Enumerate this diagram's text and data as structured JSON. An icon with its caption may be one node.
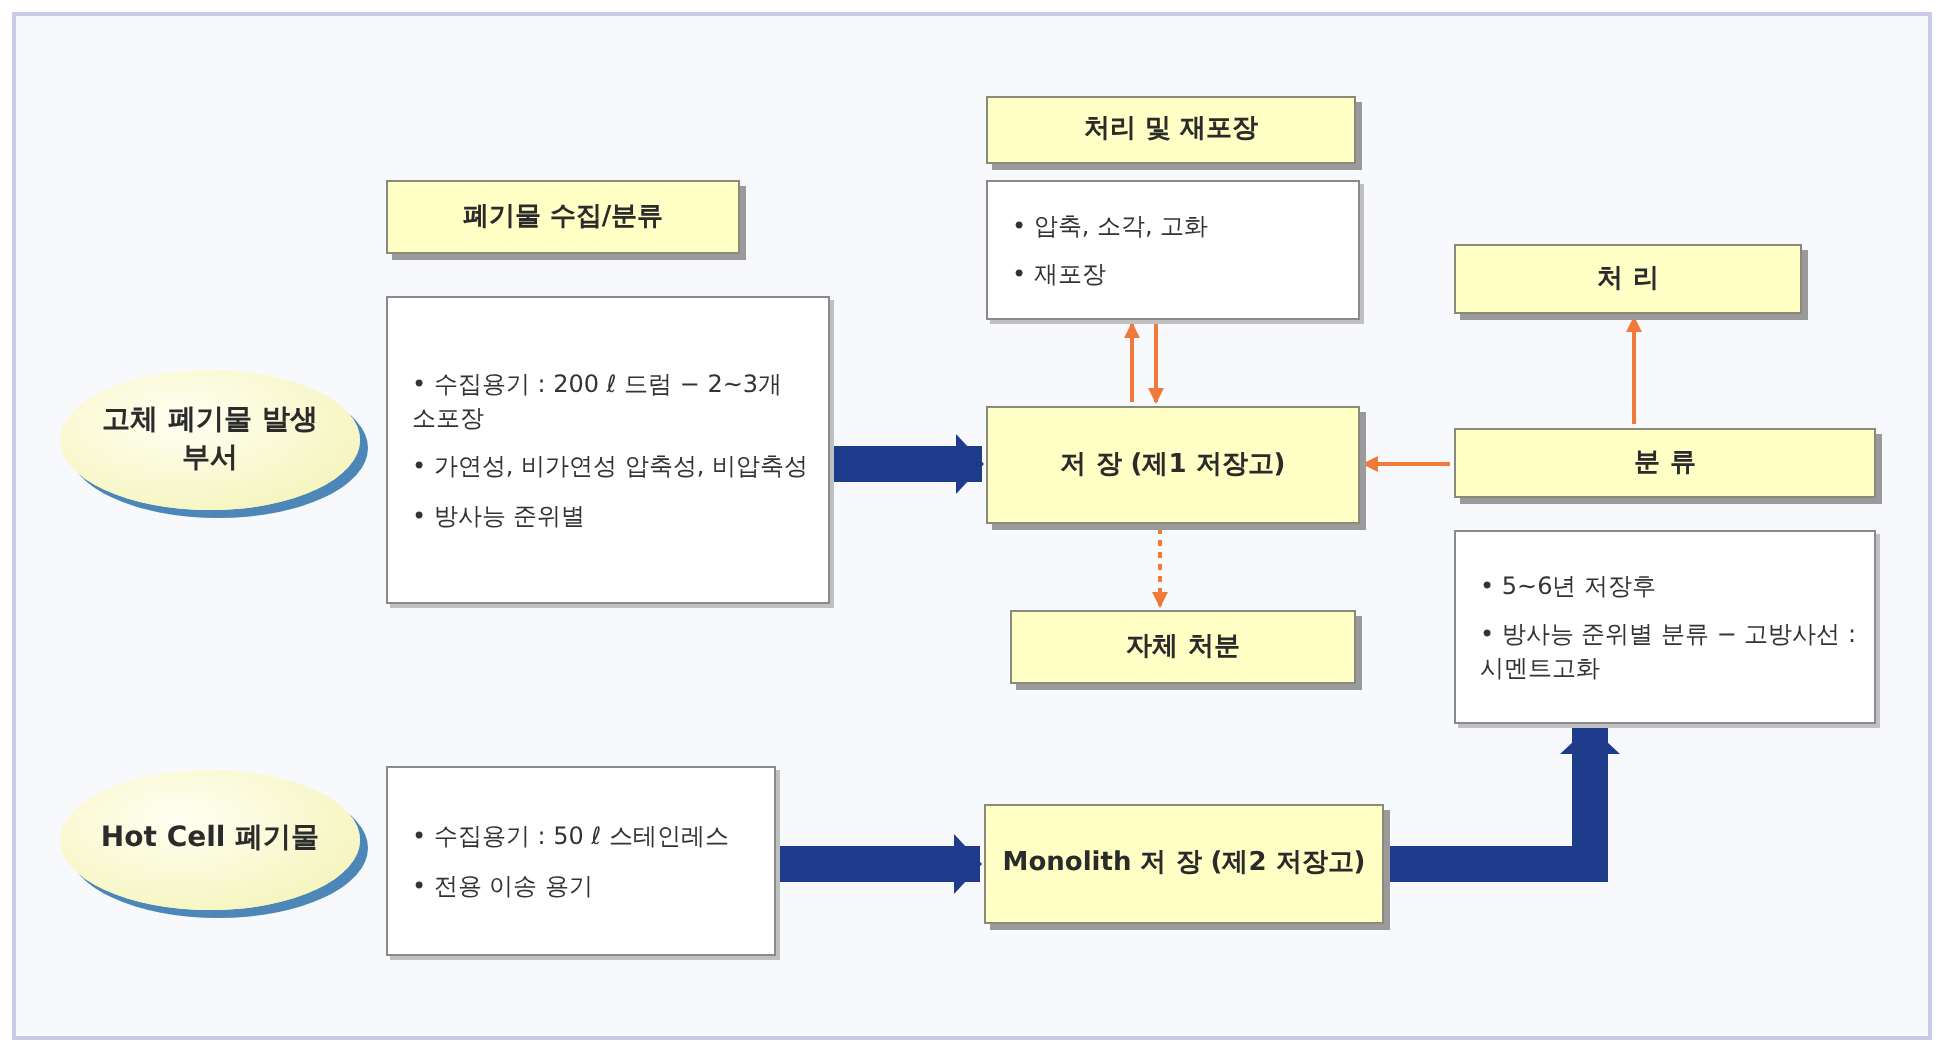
{
  "diagram": {
    "nodes": [
      {
        "text": [
          "고체 폐기물 발생부서"
        ]
      },
      {
        "text": [
          "폐기물 수집/분류"
        ]
      },
      {
        "text": [
          "• 수집용기 : 200 ℓ 드럼 − 2~3개 소포장",
          "• 가연성, 비가연성 압축성, 비압축성",
          "• 방사능 준위별"
        ]
      },
      {
        "text": [
          "처리 및 재포장"
        ]
      },
      {
        "text": [
          "• 압축, 소각, 고화",
          "• 재포장"
        ]
      },
      {
        "text": [
          "저 장 (제1 저장고)"
        ]
      },
      {
        "text": [
          "자체 처분"
        ]
      },
      {
        "text": [
          "처 리"
        ]
      },
      {
        "text": [
          "분 류"
        ]
      },
      {
        "text": [
          "• 5~6년 저장후",
          "• 방사능 준위별 분류 − 고방사선 : 시멘트고화"
        ]
      },
      {
        "text": [
          "Hot Cell 폐기물"
        ]
      },
      {
        "text": [
          "• 수집용기 : 50 ℓ 스테인레스",
          "• 전용 이송 용기"
        ]
      },
      {
        "text": [
          "Monolith 저 장 (제2 저장고)"
        ]
      }
    ],
    "edges": [
      {
        "from": 2,
        "to": 5,
        "arrow": "to",
        "style": "thick",
        "color": "#1f3c8c"
      },
      {
        "from": 5,
        "to": 4,
        "arrow": "to"
      },
      {
        "from": 4,
        "to": 5,
        "arrow": "to"
      },
      {
        "from": 5,
        "to": 6,
        "arrow": "to",
        "style": "dashed"
      },
      {
        "from": 8,
        "to": 5,
        "arrow": "to"
      },
      {
        "from": 8,
        "to": 7,
        "arrow": "to"
      },
      {
        "from": 11,
        "to": 12,
        "arrow": "to",
        "style": "thick",
        "color": "#1f3c8c"
      },
      {
        "from": 12,
        "to": 9,
        "arrow": "to",
        "style": "thick",
        "color": "#1f3c8c"
      }
    ]
  }
}
